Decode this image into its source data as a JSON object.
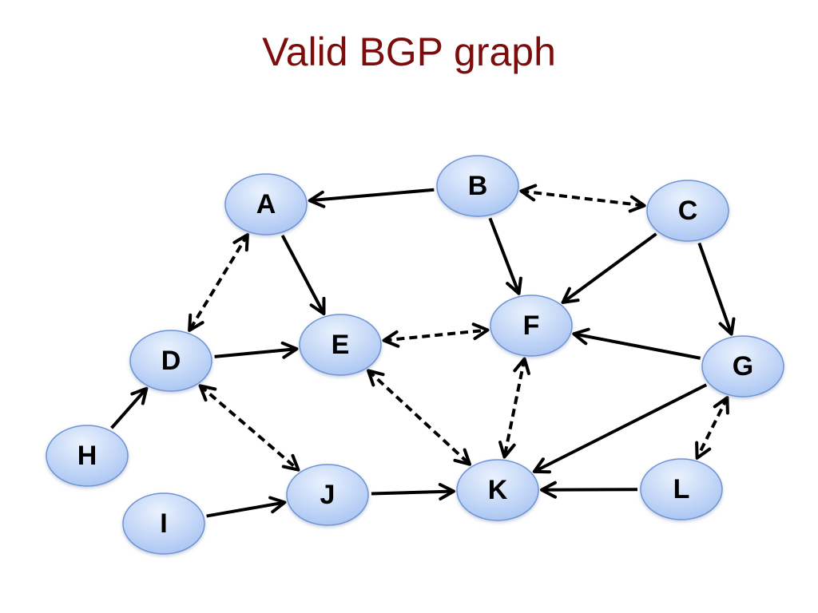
{
  "title": "Valid BGP graph",
  "colors": {
    "title": "#7b0d0d",
    "node_fill_light": "#eaf2fe",
    "node_fill_dark": "#a8c4f2",
    "node_stroke": "#6f93d4",
    "edge": "#000000"
  },
  "nodes": [
    {
      "id": "A",
      "label": "A"
    },
    {
      "id": "B",
      "label": "B"
    },
    {
      "id": "C",
      "label": "C"
    },
    {
      "id": "D",
      "label": "D"
    },
    {
      "id": "E",
      "label": "E"
    },
    {
      "id": "F",
      "label": "F"
    },
    {
      "id": "G",
      "label": "G"
    },
    {
      "id": "H",
      "label": "H"
    },
    {
      "id": "I",
      "label": "I"
    },
    {
      "id": "J",
      "label": "J"
    },
    {
      "id": "K",
      "label": "K"
    },
    {
      "id": "L",
      "label": "L"
    }
  ],
  "edges": [
    {
      "from": "B",
      "to": "A",
      "style": "solid",
      "direction": "forward"
    },
    {
      "from": "B",
      "to": "C",
      "style": "dashed",
      "direction": "both"
    },
    {
      "from": "B",
      "to": "F",
      "style": "solid",
      "direction": "forward"
    },
    {
      "from": "C",
      "to": "F",
      "style": "solid",
      "direction": "forward"
    },
    {
      "from": "C",
      "to": "G",
      "style": "solid",
      "direction": "forward"
    },
    {
      "from": "A",
      "to": "E",
      "style": "solid",
      "direction": "forward"
    },
    {
      "from": "A",
      "to": "D",
      "style": "dashed",
      "direction": "both"
    },
    {
      "from": "D",
      "to": "E",
      "style": "solid",
      "direction": "forward"
    },
    {
      "from": "E",
      "to": "F",
      "style": "dashed",
      "direction": "both"
    },
    {
      "from": "G",
      "to": "F",
      "style": "solid",
      "direction": "forward"
    },
    {
      "from": "G",
      "to": "K",
      "style": "solid",
      "direction": "forward"
    },
    {
      "from": "G",
      "to": "L",
      "style": "dashed",
      "direction": "both"
    },
    {
      "from": "H",
      "to": "D",
      "style": "solid",
      "direction": "forward"
    },
    {
      "from": "D",
      "to": "J",
      "style": "dashed",
      "direction": "both"
    },
    {
      "from": "E",
      "to": "K",
      "style": "dashed",
      "direction": "both"
    },
    {
      "from": "F",
      "to": "K",
      "style": "dashed",
      "direction": "both"
    },
    {
      "from": "I",
      "to": "J",
      "style": "solid",
      "direction": "forward"
    },
    {
      "from": "J",
      "to": "K",
      "style": "solid",
      "direction": "forward"
    },
    {
      "from": "L",
      "to": "K",
      "style": "solid",
      "direction": "forward"
    }
  ]
}
